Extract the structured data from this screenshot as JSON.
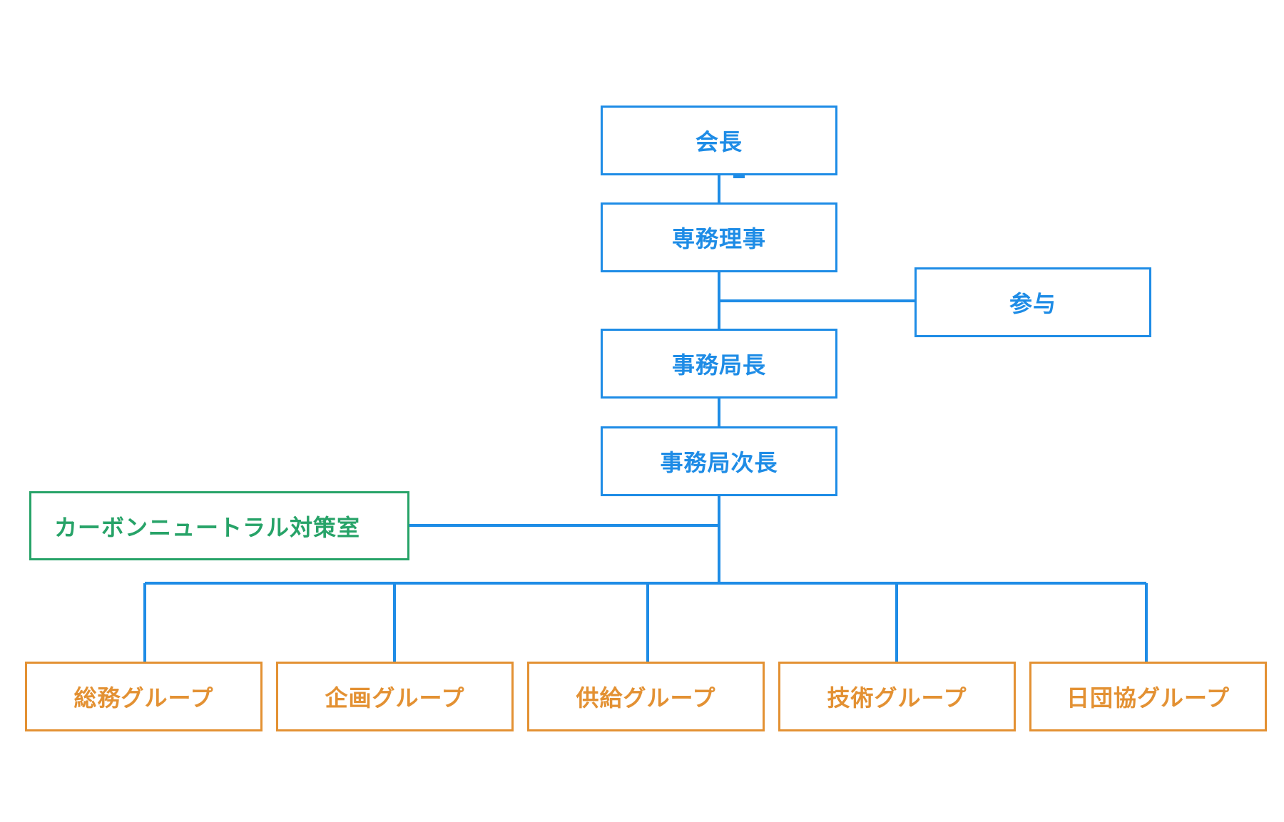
{
  "colors": {
    "executive": "#1e8ce6",
    "office": "#27a368",
    "group": "#e39133",
    "connector": "#1e8ce6"
  },
  "chain": [
    {
      "label": "会長"
    },
    {
      "label": "専務理事"
    },
    {
      "label": "事務局長"
    },
    {
      "label": "事務局次長"
    }
  ],
  "side_node": {
    "label": "参与"
  },
  "office": {
    "label": "カーボンニュートラル対策室"
  },
  "groups": [
    {
      "label": "総務グループ"
    },
    {
      "label": "企画グループ"
    },
    {
      "label": "供給グループ"
    },
    {
      "label": "技術グループ"
    },
    {
      "label": "日団協グループ"
    }
  ]
}
